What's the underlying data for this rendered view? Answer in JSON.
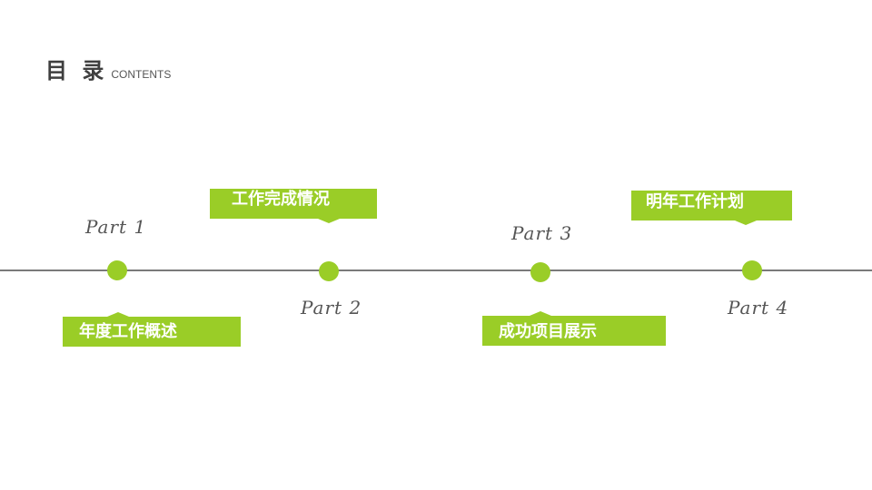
{
  "header": {
    "title": "目 录",
    "subtitle": "CONTENTS"
  },
  "colors": {
    "accent": "#9acd27",
    "line": "#7a7a7a",
    "text": "#555555"
  },
  "timeline": {
    "parts": [
      {
        "label": "Part 1",
        "title": "年度工作概述"
      },
      {
        "label": "Part 2",
        "title": "工作完成情况"
      },
      {
        "label": "Part 3",
        "title": "成功项目展示"
      },
      {
        "label": "Part 4",
        "title": "明年工作计划"
      }
    ]
  }
}
